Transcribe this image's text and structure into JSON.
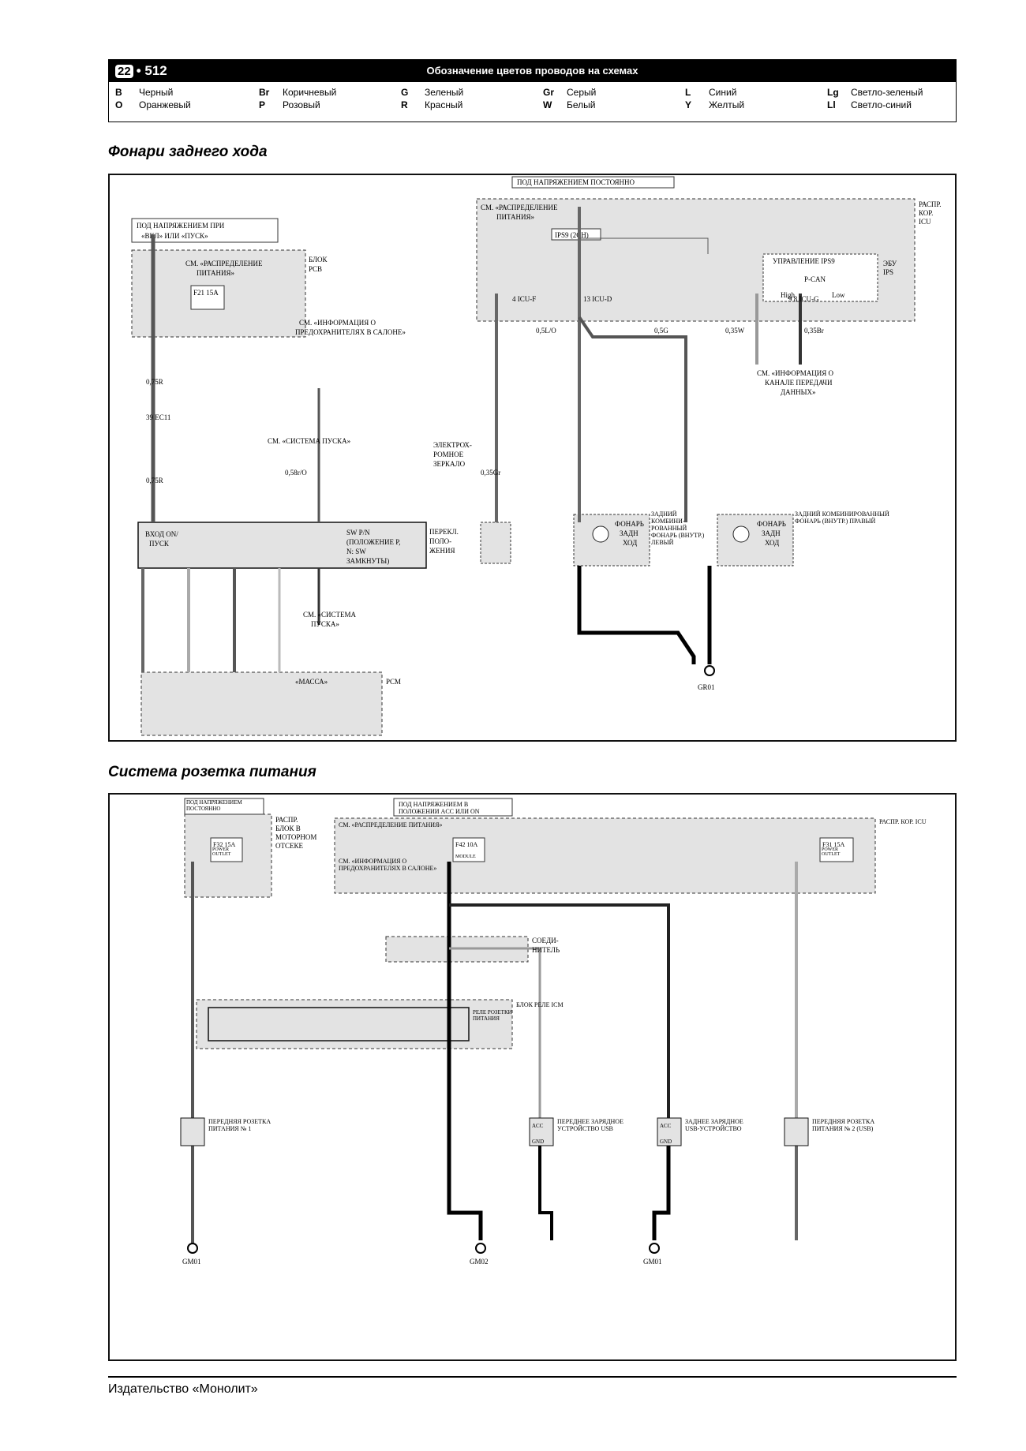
{
  "header": {
    "page_section": "22",
    "page_number": "512",
    "title": "Обозначение цветов проводов на схемах",
    "legend": [
      {
        "code": "B",
        "name": "Черный"
      },
      {
        "code": "O",
        "name": "Оранжевый"
      },
      {
        "code": "Br",
        "name": "Коричневый"
      },
      {
        "code": "P",
        "name": "Розовый"
      },
      {
        "code": "G",
        "name": "Зеленый"
      },
      {
        "code": "R",
        "name": "Красный"
      },
      {
        "code": "Gr",
        "name": "Серый"
      },
      {
        "code": "W",
        "name": "Белый"
      },
      {
        "code": "L",
        "name": "Синий"
      },
      {
        "code": "Y",
        "name": "Желтый"
      },
      {
        "code": "Lg",
        "name": "Светло-зеленый"
      },
      {
        "code": "Ll",
        "name": "Светло-синий"
      }
    ]
  },
  "section1": {
    "title": "Фонари заднего хода",
    "labels": {
      "const_power": "ПОД НАПРЯЖЕНИЕМ ПОСТОЯННО",
      "on_power_1": "ПОД НАПРЯЖЕНИЕМ ПРИ",
      "on_power_2": "«ВКЛ» ИЛИ «ПУСК»",
      "pcb_1": "БЛОК",
      "pcb_2": "PCB",
      "see_dist_1": "СМ. «РАСПРЕДЕЛЕНИЕ",
      "see_dist_2": "ПИТАНИЯ»",
      "fuse_f21": "F21 15A",
      "icu_1": "РАСПР.",
      "icu_2": "КОР.",
      "icu_3": "ICU",
      "ips9": "IPS9 (2CH)",
      "ecu_ips_1": "ЭБУ",
      "ecu_ips_2": "IPS",
      "ctrl_ips9": "УПРАВЛЕНИЕ IPS9",
      "pcan": "P-CAN",
      "high": "High",
      "low": "Low",
      "see_fuses_1": "СМ. «ИНФОРМАЦИЯ О",
      "see_fuses_2": "ПРЕДОХРАНИТЕЛЯХ В САЛОНЕ»",
      "see_start": "СМ. «СИСТЕМА ПУСКА»",
      "see_start2_1": "СМ. «СИСТЕМА",
      "see_start2_2": "ПУСКА»",
      "see_can_1": "СМ. «ИНФОРМАЦИЯ О",
      "see_can_2": "КАНАЛЕ ПЕРЕДАЧИ",
      "see_can_3": "ДАННЫХ»",
      "switch_in_1": "ВХОД ON/",
      "switch_in_2": "ПУСК",
      "sw_pn_1": "SW P/N",
      "sw_pn_2": "(ПОЛОЖЕНИЕ P,",
      "sw_pn_3": "N: SW",
      "sw_pn_4": "ЗАМКНУТЫ)",
      "pereksl_1": "ПЕРЕКЛ.",
      "pereksl_2": "ПОЛО-",
      "pereksl_3": "ЖЕНИЯ",
      "mirror_1": "ЭЛЕКТРОХ-",
      "mirror_2": "РОМНОЕ",
      "mirror_3": "ЗЕРКАЛО",
      "lamp_1": "ФОНАРЬ",
      "lamp_2": "ЗАДН",
      "lamp_3": "ХОД",
      "left_lamp": "ЗАДНИЙ КОМБИНИ-РОВАННЫЙ ФОНАРЬ (ВНУТР.) ЛЕВЫЙ",
      "right_lamp": "ЗАДНИЙ КОМБИНИРОВАННЫЙ ФОНАРЬ (ВНУТР.) ПРАВЫЙ",
      "pcm": "PCM",
      "massa": "«МАССА»",
      "ground": "GR01"
    }
  },
  "section2": {
    "title": "Система розетка питания",
    "labels": {
      "const_power": "ПОД НАПРЯЖЕНИЕМ ПОСТОЯННО",
      "acc_power_1": "ПОД НАПРЯЖЕНИЕМ В",
      "acc_power_2": "ПОЛОЖЕНИИ ACC ИЛИ ON",
      "engine_box_1": "РАСПР.",
      "engine_box_2": "БЛОК В",
      "engine_box_3": "МОТОРНОМ",
      "engine_box_4": "ОТСЕКЕ",
      "fuse_power": "F32 15A",
      "power_outlet": "POWER OUTLET",
      "see_dist": "СМ. «РАСПРЕДЕЛЕНИЕ ПИТАНИЯ»",
      "see_fuses": "СМ. «ИНФОРМАЦИЯ О ПРЕДОХРАНИТЕЛЯХ В САЛОНЕ»",
      "fuse_module": "F42 10A",
      "module": "MODULE",
      "fuse_right": "F31 15A",
      "icu": "РАСПР. КОР. ICU",
      "connector_1": "СОЕДИ-",
      "connector_2": "НИТЕЛЬ",
      "relay_block": "БЛОК РЕЛЕ ICM",
      "relay_name": "РЕЛЕ РОЗЕТКИ ПИТАНИЯ",
      "acc": "ACC",
      "gnd": "GND",
      "front_outlet1": "ПЕРЕДНЯЯ РОЗЕТКА ПИТАНИЯ № 1",
      "front_usb": "ПЕРЕДНЕЕ ЗАРЯДНОЕ УСТРОЙСТВО USB",
      "rear_usb": "ЗАДНЕЕ ЗАРЯДНОЕ USB-УСТРОЙСТВО",
      "front_outlet2": "ПЕРЕДНЯЯ РОЗЕТКА ПИТАНИЯ № 2 (USB)",
      "gm01": "GM01",
      "gm02": "GM02"
    }
  },
  "footer": {
    "publisher": "Издательство «Монолит»"
  }
}
